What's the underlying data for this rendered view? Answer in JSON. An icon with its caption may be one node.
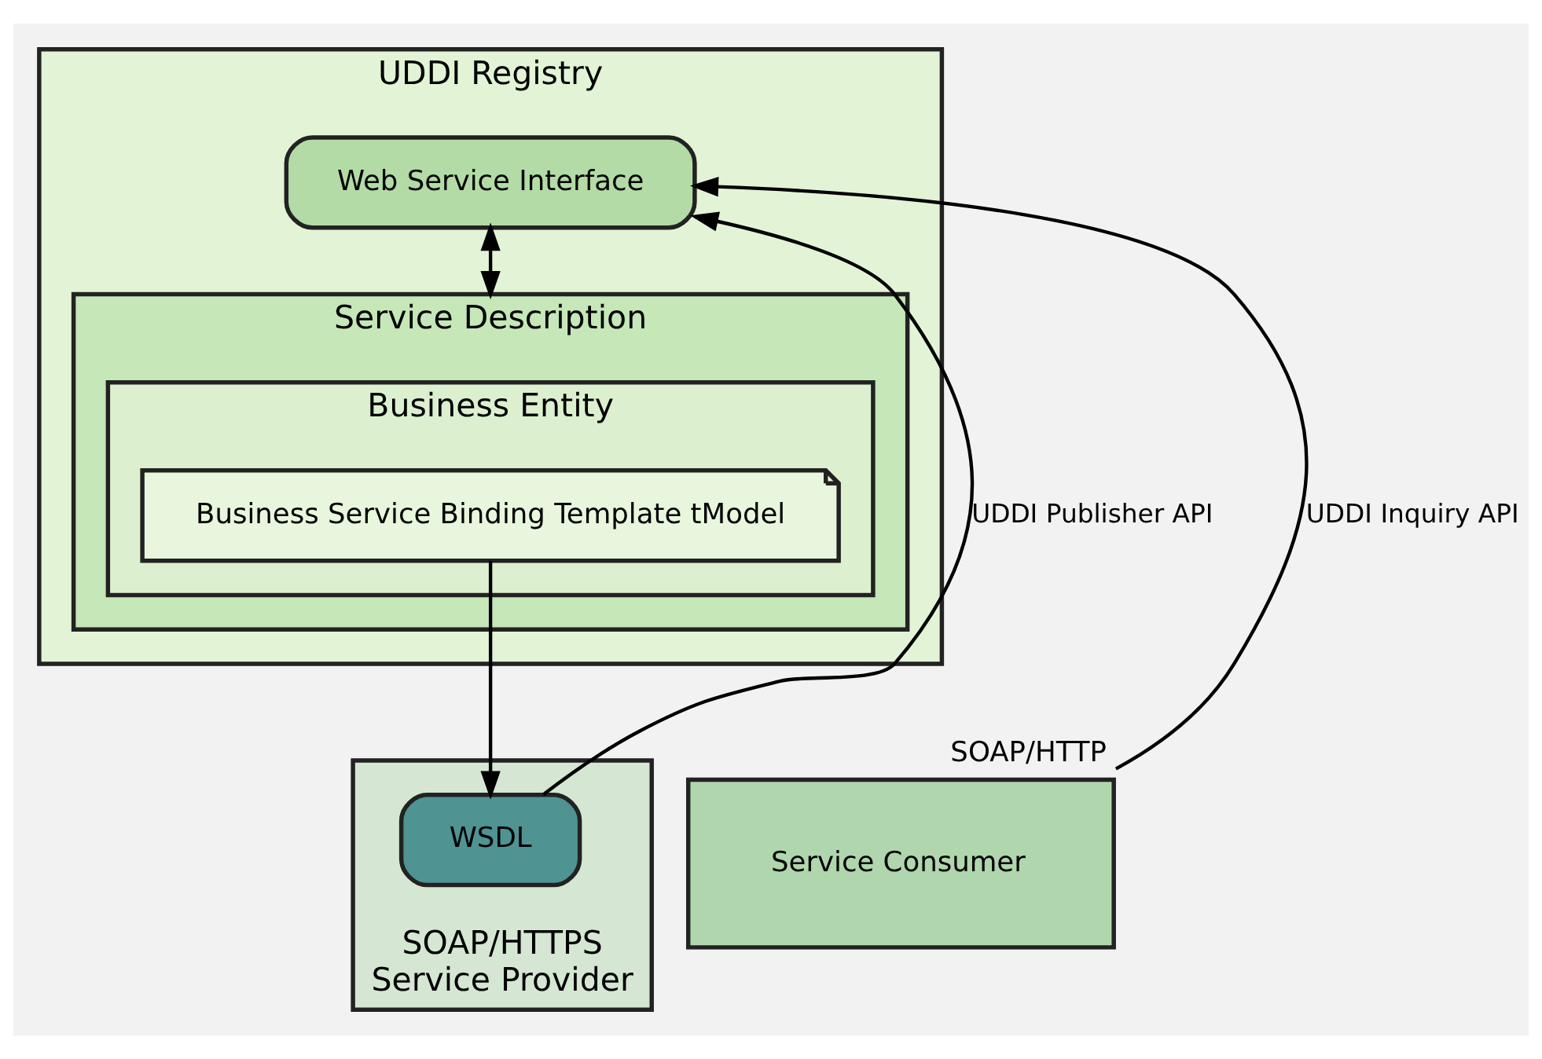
{
  "diagram": {
    "nodes": [
      {
        "text": [
          "UDDI Registry"
        ]
      },
      {
        "text": [
          "Web Service Interface"
        ],
        "in": 0
      },
      {
        "text": [
          "Service Description"
        ],
        "in": 0
      },
      {
        "text": [
          "Business Entity"
        ],
        "in": 2
      },
      {
        "text": [
          "Business Service Binding Template tModel"
        ],
        "in": 3
      },
      {
        "text": [
          "Service Provider"
        ],
        "beside": [
          "SOAP/HTTPS"
        ]
      },
      {
        "text": [
          "WSDL"
        ],
        "in": 5
      },
      {
        "text": [
          "Service Consumer"
        ],
        "beside": [
          "SOAP/HTTP"
        ]
      }
    ],
    "edges": [
      {
        "from": 6,
        "to": 1,
        "arrow": "to",
        "label": "UDDI Publisher API"
      },
      {
        "from": 7,
        "to": 1,
        "arrow": "to",
        "label": "UDDI Inquiry API"
      },
      {
        "from": 1,
        "to": 2,
        "arrow": "both"
      },
      {
        "from": 4,
        "to": 6,
        "arrow": "to"
      }
    ]
  }
}
